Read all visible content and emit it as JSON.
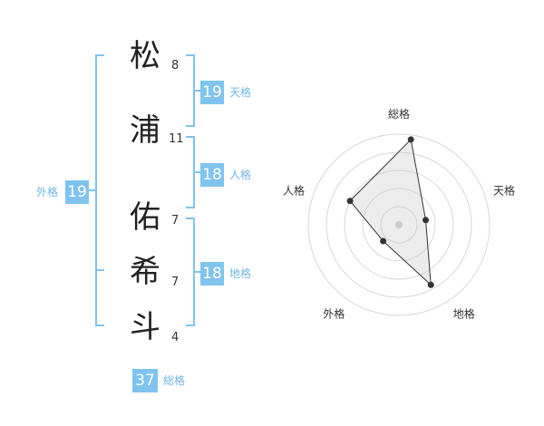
{
  "name": {
    "chars": [
      {
        "char": "松",
        "strokes": "8"
      },
      {
        "char": "浦",
        "strokes": "11"
      },
      {
        "char": "佑",
        "strokes": "7"
      },
      {
        "char": "希",
        "strokes": "7"
      },
      {
        "char": "斗",
        "strokes": "4"
      }
    ]
  },
  "fortunes": {
    "tenkaku": {
      "value": "19",
      "label": "天格"
    },
    "jinkaku": {
      "value": "18",
      "label": "人格"
    },
    "chikaku": {
      "value": "18",
      "label": "地格"
    },
    "gaikaku": {
      "value": "19",
      "label": "外格"
    },
    "soukaku": {
      "value": "37",
      "label": "総格"
    }
  },
  "colors": {
    "accent": "#7fc4ee",
    "text": "#222222",
    "grid": "#d8d8d8"
  },
  "chart_data": {
    "type": "radar",
    "axes": [
      "総格",
      "天格",
      "地格",
      "外格",
      "人格"
    ],
    "values": [
      0.95,
      0.3,
      0.75,
      0.25,
      0.6
    ],
    "rings": 5,
    "range": [
      0,
      1
    ]
  }
}
